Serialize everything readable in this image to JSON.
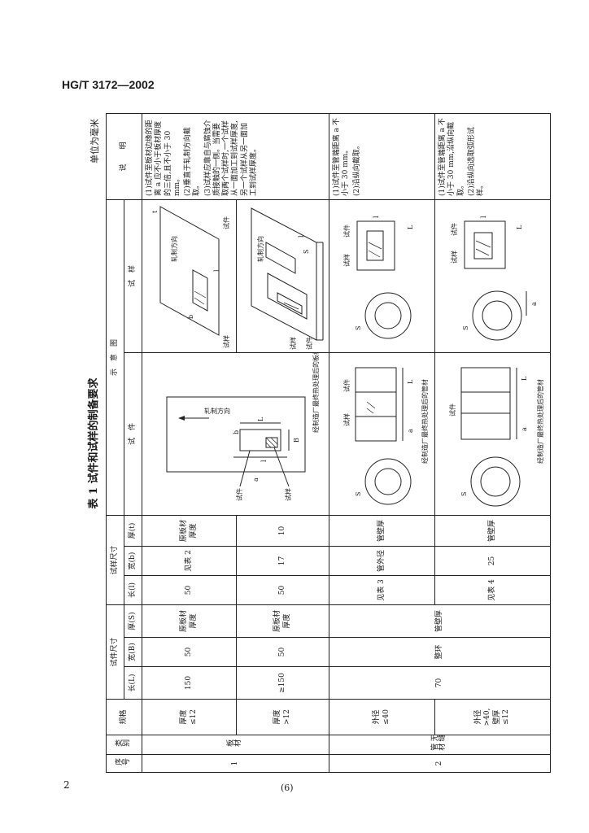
{
  "header": {
    "standard": "HG/T 3172—2002"
  },
  "page": {
    "number": "2",
    "footer": "(6)"
  },
  "table": {
    "caption": "表 1  试件和试样的制备要求",
    "unit": "单位为毫米",
    "headers": {
      "seq": "序号",
      "category": "类别",
      "spec": "规格",
      "specimen_size": "试件尺寸",
      "sample_size": "试样尺寸",
      "len": "长(L)",
      "wid": "宽(B)",
      "thk": "厚(S)",
      "s_len": "长(l)",
      "s_wid": "宽(b)",
      "s_thk": "厚(t)",
      "diagram": "示　意　图",
      "diag_specimen": "试　件",
      "diag_sample": "试　样",
      "notes": "说　　明"
    },
    "rows": [
      {
        "seq": "1",
        "category": "板材",
        "spec": "厚度\n≤12",
        "len": "150",
        "wid": "50",
        "thk": "原板材\n厚度",
        "s_len": "50",
        "s_wid": "见表 2",
        "s_thk": "原板材\n厚度"
      },
      {
        "spec": "厚度\n>12",
        "len": "≥150",
        "wid": "50",
        "thk": "原板材\n厚度",
        "s_len": "50",
        "s_wid": "17",
        "s_thk": "10"
      },
      {
        "seq": "2",
        "category": "无缝\n管材",
        "spec": "外径\n≤40",
        "len": "70",
        "wid": "整环",
        "thk": "管壁厚",
        "s_len": "见表 3",
        "s_wid": "管外径",
        "s_thk": "管壁厚"
      },
      {
        "spec": "外径\n>40,\n壁厚\n≤12",
        "s_len": "见表 4",
        "s_wid": "25",
        "s_thk": "管壁厚"
      }
    ],
    "notes": {
      "plate": [
        "(1)试件至板材边缘的距离 a 应不小于板材厚度的三倍,且不小于 30 mm。",
        "(2)垂直于轧制方向截取。",
        "(3)试样应靠自与腐蚀介质接触的一侧。当需要取两个试样时,一个试样从一面加工到试样厚度,另一个试样从另一面加工到试样厚度。"
      ],
      "tube_small": [
        "(1)试件至管端距离 a 不小于 30 mm。",
        "(2)沿纵向截取。"
      ],
      "tube_large": [
        "(1)试件至管端距离 a 不小于 30 mm,沿纵向截取。",
        "(2)沿纵向选取弧形试样。"
      ]
    },
    "diagram_labels": {
      "specimen": "试件",
      "sample": "试样",
      "plate_caption": "经制造厂最终热处理后的板材",
      "rolling_dir": "轧制方向",
      "tube_small_caption": "经制造厂最终热处理后的管材",
      "tube_large_caption": "经制造厂最终热处理后的管材",
      "sym_a": "a",
      "sym_b": "b",
      "sym_l": "l",
      "sym_L": "L",
      "sym_B": "B",
      "sym_S": "S",
      "sym_t": "t"
    }
  }
}
